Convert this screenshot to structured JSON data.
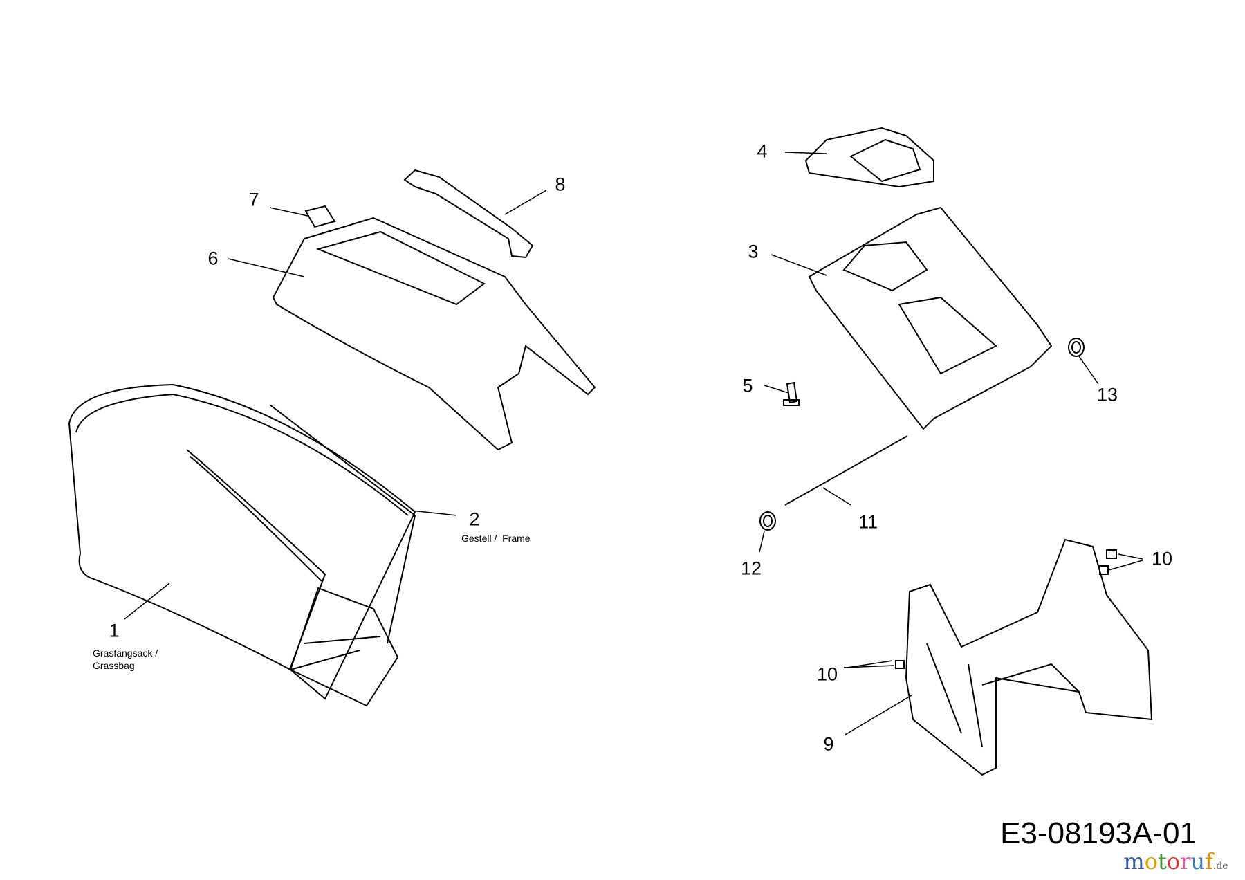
{
  "callouts": [
    {
      "id": "1",
      "caption": [
        "Grasfangsack /",
        "Grassbag"
      ]
    },
    {
      "id": "2",
      "caption": [
        "Gestell /  Frame"
      ]
    },
    {
      "id": "3"
    },
    {
      "id": "4"
    },
    {
      "id": "5"
    },
    {
      "id": "6"
    },
    {
      "id": "7"
    },
    {
      "id": "8"
    },
    {
      "id": "9"
    },
    {
      "id": "10"
    },
    {
      "id": "10"
    },
    {
      "id": "11"
    },
    {
      "id": "12"
    },
    {
      "id": "13"
    }
  ],
  "drawing_code": "E3-08193A-01",
  "watermark": {
    "text": "motoruf",
    "suffix": ".de",
    "colors": [
      "#3b5ba8",
      "#e0a100",
      "#4a9a3a",
      "#d9322e",
      "#e05aa0",
      "#3b7ac8",
      "#e08a00"
    ]
  }
}
